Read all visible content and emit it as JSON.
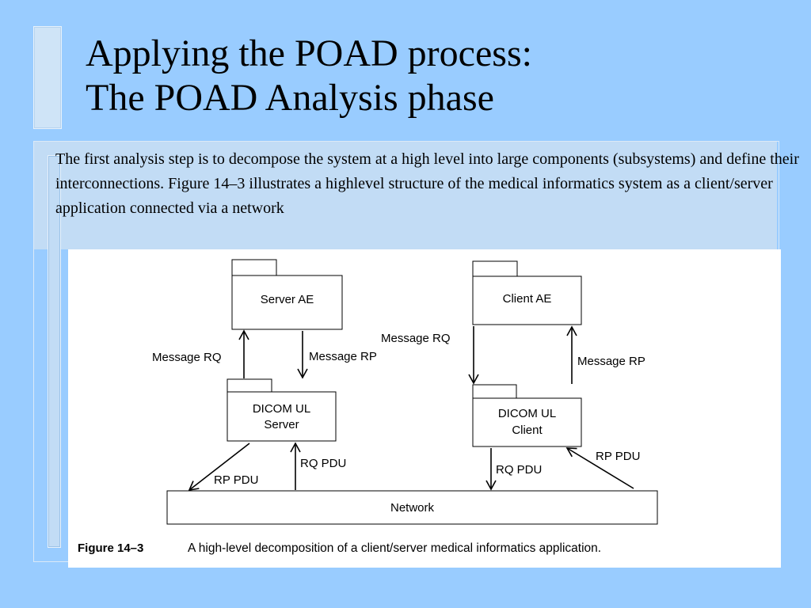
{
  "slide": {
    "title_line1": "Applying the POAD process:",
    "title_line2": "The POAD Analysis phase",
    "body": "The first analysis step is to decompose the system at a high level into large components (subsystems) and define their interconnections. Figure 14–3 illustrates a highlevel structure of the medical informatics system as a client/server application connected via a network"
  },
  "diagram": {
    "server_ae": "Server AE",
    "client_ae": "Client AE",
    "dicom_server_line1": "DICOM UL",
    "dicom_server_line2": "Server",
    "dicom_client_line1": "DICOM UL",
    "dicom_client_line2": "Client",
    "network": "Network",
    "server_message_rq": "Message RQ",
    "server_message_rp": "Message RP",
    "client_message_rq": "Message RQ",
    "client_message_rp": "Message RP",
    "server_rp_pdu": "RP PDU",
    "server_rq_pdu": "RQ PDU",
    "client_rq_pdu": "RQ PDU",
    "client_rp_pdu": "RP PDU",
    "caption_label": "Figure 14–3",
    "caption_text": "A high-level decomposition of a client/server medical informatics application."
  },
  "colors": {
    "background": "#99ccff",
    "panel": "#c2dcf5",
    "figure_background": "#ffffff"
  }
}
